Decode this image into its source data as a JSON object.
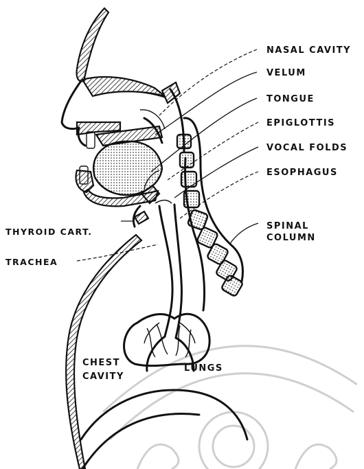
{
  "labels": {
    "nasal_cavity": "NASAL CAVITY",
    "velum": "VELUM",
    "tongue": "TONGUE",
    "epiglottis": "EPIGLOTTIS",
    "vocal_folds": "VOCAL FOLDS",
    "esophagus": "ESOPHAGUS",
    "spinal_column_line1": "SPINAL",
    "spinal_column_line2": "COLUMN",
    "thyroid_cart": "THYROID CART.",
    "trachea": "TRACHEA",
    "chest_cavity_line1": "CHEST",
    "chest_cavity_line2": "CAVITY",
    "lungs": "LUNGS"
  },
  "colors": {
    "ink": "#111111",
    "watermark": "#cfcfcf",
    "background": "#ffffff"
  }
}
